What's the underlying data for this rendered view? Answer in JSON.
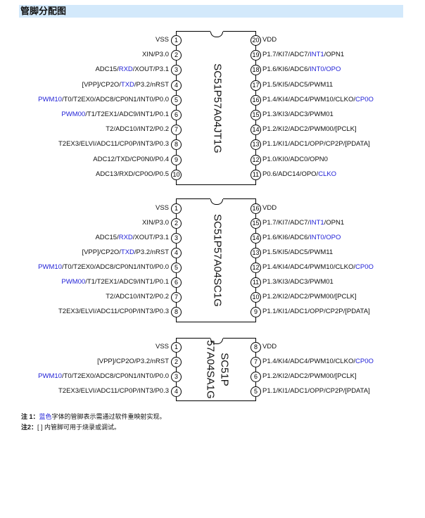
{
  "title": "管脚分配图",
  "chips": [
    {
      "name": [
        "SC51P57A04JT1G"
      ],
      "left": [
        [
          {
            "t": "VSS"
          }
        ],
        [
          {
            "t": "XIN/P3.0"
          }
        ],
        [
          {
            "t": "ADC15/"
          },
          {
            "t": "RXD",
            "blue": true
          },
          {
            "t": "/XOUT/P3.1"
          }
        ],
        [
          {
            "t": "[VPP]/CP2O/"
          },
          {
            "t": "TXD",
            "blue": true
          },
          {
            "t": "/P3.2/nRST"
          }
        ],
        [
          {
            "t": "PWM10",
            "blue": true
          },
          {
            "t": "/T0/T2EX0/ADC8/CP0N1/INT0/P0.0"
          }
        ],
        [
          {
            "t": "PWM00",
            "blue": true
          },
          {
            "t": "/T1/T2EX1/ADC9/INT1/P0.1"
          }
        ],
        [
          {
            "t": "T2/ADC10/INT2/P0.2"
          }
        ],
        [
          {
            "t": "T2EX3/ELVI/ADC11/CP0P/INT3/P0.3"
          }
        ],
        [
          {
            "t": "ADC12/TXD/CP0N0/P0.4"
          }
        ],
        [
          {
            "t": "ADC13/RXD/CP0O/P0.5"
          }
        ]
      ],
      "right": [
        [
          {
            "t": "VDD"
          }
        ],
        [
          {
            "t": "P1.7/KI7/ADC7/"
          },
          {
            "t": "INT1",
            "blue": true
          },
          {
            "t": "/OPN1"
          }
        ],
        [
          {
            "t": "P1.6/KI6/ADC6/"
          },
          {
            "t": "INT0/OPO",
            "blue": true
          }
        ],
        [
          {
            "t": "P1.5/KI5/ADC5/PWM11"
          }
        ],
        [
          {
            "t": "P1.4/KI4/ADC4/PWM10/CLKO/"
          },
          {
            "t": "CP0O",
            "blue": true
          }
        ],
        [
          {
            "t": "P1.3/KI3/ADC3/PWM01"
          }
        ],
        [
          {
            "t": "P1.2/KI2/ADC2/PWM00/[PCLK]"
          }
        ],
        [
          {
            "t": "P1.1/KI1/ADC1/OPP/CP2P/[PDATA]"
          }
        ],
        [
          {
            "t": "P1.0/KI0/ADC0/OPN0"
          }
        ],
        [
          {
            "t": "P0.6/ADC14/OPO/"
          },
          {
            "t": "CLKO",
            "blue": true
          }
        ]
      ]
    },
    {
      "name": [
        "SC51P57A04SC1G"
      ],
      "left": [
        [
          {
            "t": "VSS"
          }
        ],
        [
          {
            "t": "XIN/P3.0"
          }
        ],
        [
          {
            "t": "ADC15/"
          },
          {
            "t": "RXD",
            "blue": true
          },
          {
            "t": "/XOUT/P3.1"
          }
        ],
        [
          {
            "t": "[VPP]/CP2O/"
          },
          {
            "t": "TXD",
            "blue": true
          },
          {
            "t": "/P3.2/nRST"
          }
        ],
        [
          {
            "t": "PWM10",
            "blue": true
          },
          {
            "t": "/T0/T2EX0/ADC8/CP0N1/INT0/P0.0"
          }
        ],
        [
          {
            "t": "PWM00",
            "blue": true
          },
          {
            "t": "/T1/T2EX1/ADC9/INT1/P0.1"
          }
        ],
        [
          {
            "t": "T2/ADC10/INT2/P0.2"
          }
        ],
        [
          {
            "t": "T2EX3/ELVI/ADC11/CP0P/INT3/P0.3"
          }
        ]
      ],
      "right": [
        [
          {
            "t": "VDD"
          }
        ],
        [
          {
            "t": "P1.7/KI7/ADC7/"
          },
          {
            "t": "INT1",
            "blue": true
          },
          {
            "t": "/OPN1"
          }
        ],
        [
          {
            "t": "P1.6/KI6/ADC6/"
          },
          {
            "t": "INT0/OPO",
            "blue": true
          }
        ],
        [
          {
            "t": "P1.5/KI5/ADC5/PWM11"
          }
        ],
        [
          {
            "t": "P1.4/KI4/ADC4/PWM10/CLKO/"
          },
          {
            "t": "CP0O",
            "blue": true
          }
        ],
        [
          {
            "t": "P1.3/KI3/ADC3/PWM01"
          }
        ],
        [
          {
            "t": "P1.2/KI2/ADC2/PWM00/[PCLK]"
          }
        ],
        [
          {
            "t": "P1.1/KI1/ADC1/OPP/CP2P/[PDATA]"
          }
        ]
      ]
    },
    {
      "name": [
        "SC51P",
        "57A04SA1G"
      ],
      "left": [
        [
          {
            "t": "VSS"
          }
        ],
        [
          {
            "t": "[VPP]/CP2O/P3.2/nRST"
          }
        ],
        [
          {
            "t": "PWM10",
            "blue": true
          },
          {
            "t": "/T0/T2EX0/ADC8/CP0N1/INT0/P0.0"
          }
        ],
        [
          {
            "t": "T2EX3/ELVI/ADC11/CP0P/INT3/P0.3"
          }
        ]
      ],
      "right": [
        [
          {
            "t": "VDD"
          }
        ],
        [
          {
            "t": "P1.4/KI4/ADC4/PWM10/CLKO/"
          },
          {
            "t": "CP0O",
            "blue": true
          }
        ],
        [
          {
            "t": "P1.2/KI2/ADC2/PWM00/[PCLK]"
          }
        ],
        [
          {
            "t": "P1.1/KI1/ADC1/OPP/CP2P/[PDATA]"
          }
        ]
      ]
    }
  ],
  "notes": [
    {
      "prefix": "注 1：",
      "blue": "蓝色",
      "rest": "字体的管脚表示需通过软件重映射实现。"
    },
    {
      "prefix": "注2：",
      "blue": "",
      "rest": "[ ] 内管脚可用于烧录或调试。"
    }
  ],
  "colors": {
    "blue": "#1f1fd6",
    "title_bg": "#d3e9fb"
  }
}
